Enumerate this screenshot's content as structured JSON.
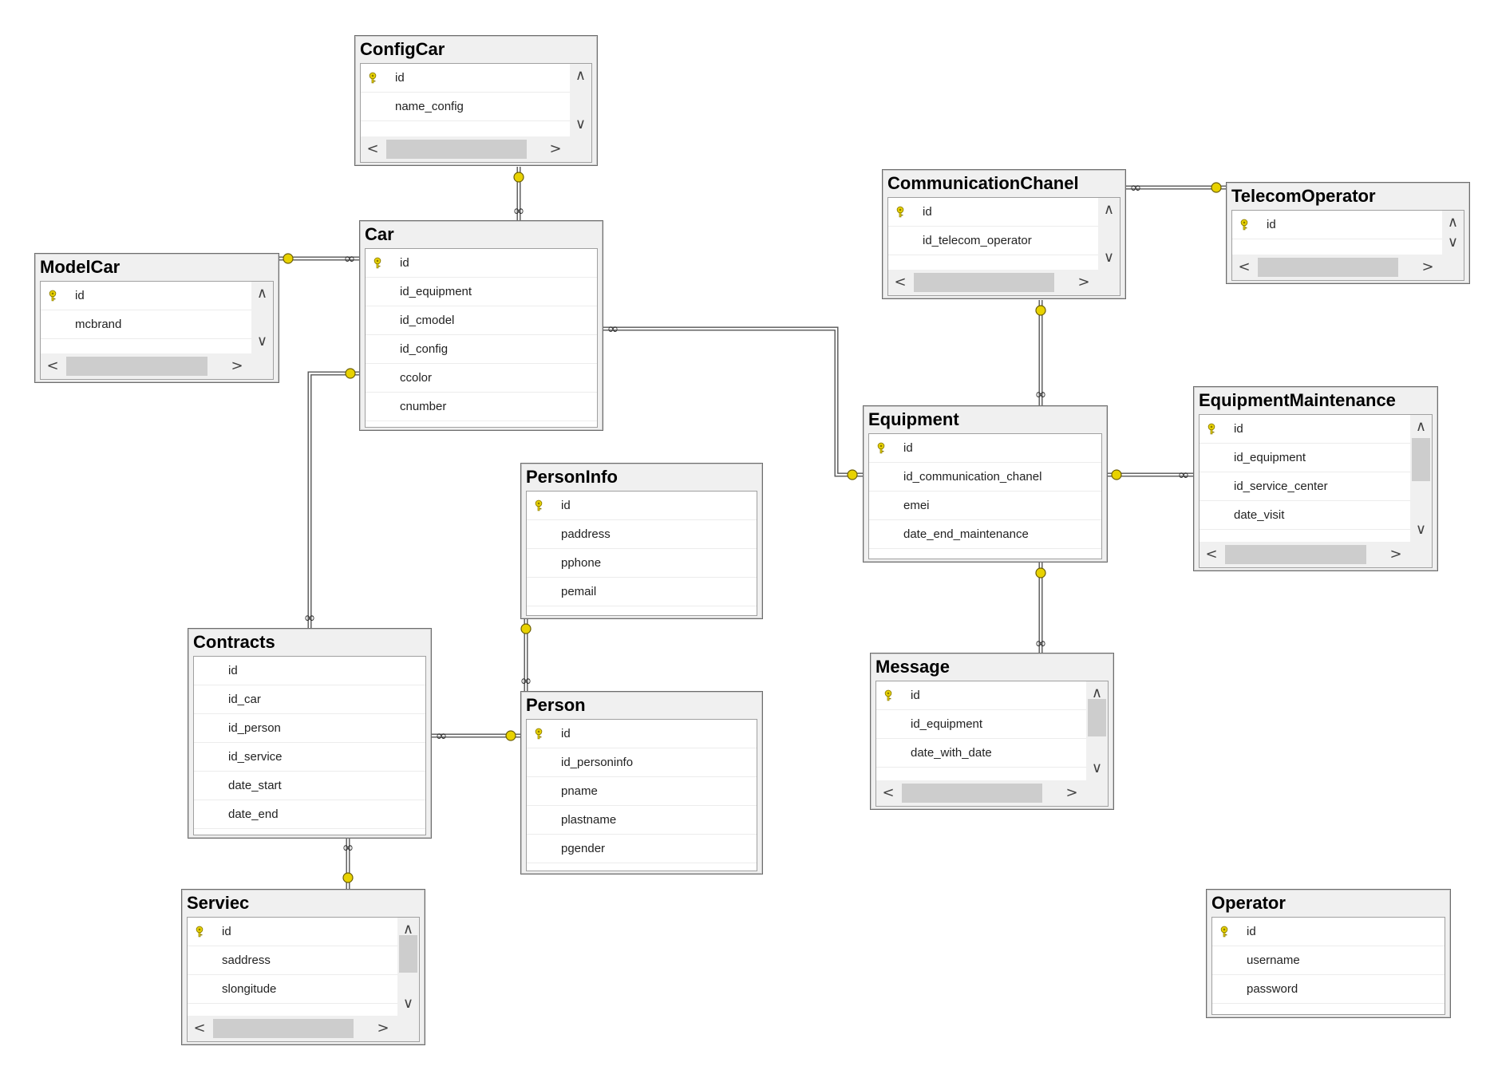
{
  "diagram": {
    "tables": [
      {
        "id": "configcar",
        "name": "ConfigCar",
        "columns": [
          {
            "name": "id",
            "pk": true
          },
          {
            "name": "name_config",
            "pk": false
          },
          {
            "name": "",
            "pk": false
          }
        ],
        "scroll": {
          "vertical": true,
          "horizontal": true
        }
      },
      {
        "id": "car",
        "name": "Car",
        "columns": [
          {
            "name": "id",
            "pk": true
          },
          {
            "name": "id_equipment",
            "pk": false
          },
          {
            "name": "id_cmodel",
            "pk": false
          },
          {
            "name": "id_config",
            "pk": false
          },
          {
            "name": "ccolor",
            "pk": false
          },
          {
            "name": "cnumber",
            "pk": false
          }
        ],
        "scroll": {
          "vertical": false,
          "horizontal": false
        }
      },
      {
        "id": "modelcar",
        "name": "ModelCar",
        "columns": [
          {
            "name": "id",
            "pk": true
          },
          {
            "name": "mcbrand",
            "pk": false
          },
          {
            "name": "",
            "pk": false
          }
        ],
        "scroll": {
          "vertical": true,
          "horizontal": true
        }
      },
      {
        "id": "communicationchanel",
        "name": "CommunicationChanel",
        "columns": [
          {
            "name": "id",
            "pk": true
          },
          {
            "name": "id_telecom_operator",
            "pk": false
          }
        ],
        "scroll": {
          "vertical": true,
          "horizontal": true
        }
      },
      {
        "id": "telecomoperator",
        "name": "TelecomOperator",
        "columns": [
          {
            "name": "id",
            "pk": true
          },
          {
            "name": "",
            "pk": false
          }
        ],
        "scroll": {
          "vertical": true,
          "horizontal": true
        }
      },
      {
        "id": "equipment",
        "name": "Equipment",
        "columns": [
          {
            "name": "id",
            "pk": true
          },
          {
            "name": "id_communication_chanel",
            "pk": false
          },
          {
            "name": "emei",
            "pk": false
          },
          {
            "name": "date_end_maintenance",
            "pk": false
          }
        ],
        "scroll": {
          "vertical": false,
          "horizontal": false
        }
      },
      {
        "id": "equipmentmaintenance",
        "name": "EquipmentMaintenance",
        "columns": [
          {
            "name": "id",
            "pk": true
          },
          {
            "name": "id_equipment",
            "pk": false
          },
          {
            "name": "id_service_center",
            "pk": false
          },
          {
            "name": "date_visit",
            "pk": false
          }
        ],
        "scroll": {
          "vertical": true,
          "horizontal": true
        }
      },
      {
        "id": "personinfo",
        "name": "PersonInfo",
        "columns": [
          {
            "name": "id",
            "pk": true
          },
          {
            "name": "paddress",
            "pk": false
          },
          {
            "name": "pphone",
            "pk": false
          },
          {
            "name": "pemail",
            "pk": false
          }
        ],
        "scroll": {
          "vertical": false,
          "horizontal": false
        }
      },
      {
        "id": "contracts",
        "name": "Contracts",
        "columns": [
          {
            "name": "id",
            "pk": false
          },
          {
            "name": "id_car",
            "pk": false
          },
          {
            "name": "id_person",
            "pk": false
          },
          {
            "name": "id_service",
            "pk": false
          },
          {
            "name": "date_start",
            "pk": false
          },
          {
            "name": "date_end",
            "pk": false
          }
        ],
        "scroll": {
          "vertical": false,
          "horizontal": false
        }
      },
      {
        "id": "person",
        "name": "Person",
        "columns": [
          {
            "name": "id",
            "pk": true
          },
          {
            "name": "id_personinfo",
            "pk": false
          },
          {
            "name": "pname",
            "pk": false
          },
          {
            "name": "plastname",
            "pk": false
          },
          {
            "name": "pgender",
            "pk": false
          }
        ],
        "scroll": {
          "vertical": false,
          "horizontal": false
        }
      },
      {
        "id": "message",
        "name": "Message",
        "columns": [
          {
            "name": "id",
            "pk": true
          },
          {
            "name": "id_equipment",
            "pk": false
          },
          {
            "name": "date_with_date",
            "pk": false
          }
        ],
        "scroll": {
          "vertical": true,
          "horizontal": true
        }
      },
      {
        "id": "serviec",
        "name": "Serviec",
        "columns": [
          {
            "name": "id",
            "pk": true
          },
          {
            "name": "saddress",
            "pk": false
          },
          {
            "name": "slongitude",
            "pk": false
          }
        ],
        "scroll": {
          "vertical": true,
          "horizontal": true
        }
      },
      {
        "id": "operator",
        "name": "Operator",
        "columns": [
          {
            "name": "id",
            "pk": true
          },
          {
            "name": "username",
            "pk": false
          },
          {
            "name": "password",
            "pk": false
          }
        ],
        "scroll": {
          "vertical": false,
          "horizontal": false
        }
      }
    ],
    "relationships": [
      {
        "from": "configcar",
        "to": "car",
        "one_end": "configcar",
        "many_end": "car"
      },
      {
        "from": "modelcar",
        "to": "car",
        "one_end": "modelcar",
        "many_end": "car"
      },
      {
        "from": "car",
        "to": "equipment",
        "one_end": "equipment",
        "many_end": "car"
      },
      {
        "from": "car",
        "to": "contracts",
        "one_end": "car",
        "many_end": "contracts"
      },
      {
        "from": "communicationchanel",
        "to": "telecomoperator",
        "one_end": "telecomoperator",
        "many_end": "communicationchanel"
      },
      {
        "from": "communicationchanel",
        "to": "equipment",
        "one_end": "communicationchanel",
        "many_end": "equipment"
      },
      {
        "from": "equipment",
        "to": "equipmentmaintenance",
        "one_end": "equipment",
        "many_end": "equipmentmaintenance"
      },
      {
        "from": "equipment",
        "to": "message",
        "one_end": "equipment",
        "many_end": "message"
      },
      {
        "from": "personinfo",
        "to": "person",
        "one_end": "personinfo",
        "many_end": "person"
      },
      {
        "from": "contracts",
        "to": "person",
        "one_end": "person",
        "many_end": "contracts"
      },
      {
        "from": "contracts",
        "to": "serviec",
        "one_end": "serviec",
        "many_end": "contracts"
      }
    ],
    "colors": {
      "key": "#e8d200",
      "line": "#555555",
      "border": "#6d6d6d",
      "background": "#ffffff"
    },
    "icons": {
      "primary_key": "key-icon",
      "one_end": "key-connector-icon",
      "many_end": "infinity-connector-icon"
    }
  }
}
